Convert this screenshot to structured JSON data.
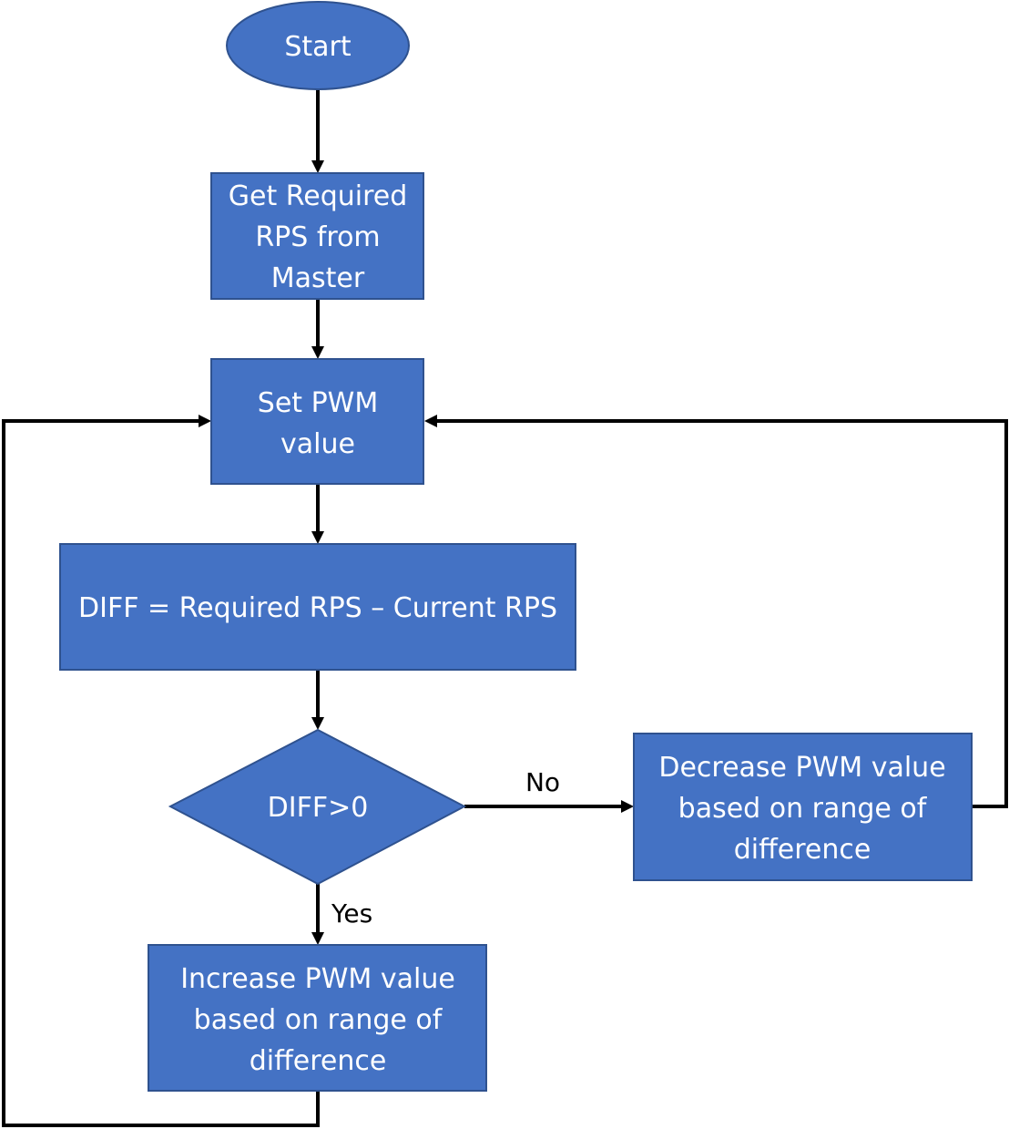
{
  "flowchart": {
    "colors": {
      "node_fill": "#4472C4",
      "node_border": "#2F528F",
      "node_text": "#FFFFFF",
      "connector": "#000000"
    },
    "nodes": {
      "start": {
        "shape": "ellipse",
        "lines": [
          "Start"
        ]
      },
      "get_rps": {
        "shape": "rectangle",
        "lines": [
          "Get Required",
          "RPS from",
          "Master"
        ]
      },
      "set_pwm": {
        "shape": "rectangle",
        "lines": [
          "Set PWM",
          "value"
        ]
      },
      "diff": {
        "shape": "rectangle",
        "lines": [
          "DIFF = Required RPS – Current RPS"
        ]
      },
      "decision": {
        "shape": "diamond",
        "lines": [
          "DIFF>0"
        ]
      },
      "decrease": {
        "shape": "rectangle",
        "lines": [
          "Decrease PWM value",
          "based on range of",
          "difference"
        ]
      },
      "increase": {
        "shape": "rectangle",
        "lines": [
          "Increase PWM value",
          "based on range of",
          "difference"
        ]
      }
    },
    "edge_labels": {
      "no": "No",
      "yes": "Yes"
    }
  }
}
